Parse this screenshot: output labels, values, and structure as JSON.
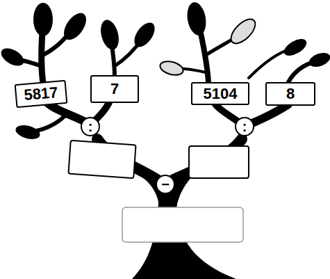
{
  "diagram": {
    "nodes": [
      {
        "text": [
          "5817"
        ]
      },
      {
        "text": [
          "7"
        ]
      },
      {
        "text": [
          "5104"
        ]
      },
      {
        "text": [
          "8"
        ]
      },
      {
        "text": [
          ":"
        ]
      },
      {
        "text": [
          ":"
        ]
      },
      {
        "text": [
          "−"
        ]
      }
    ]
  }
}
